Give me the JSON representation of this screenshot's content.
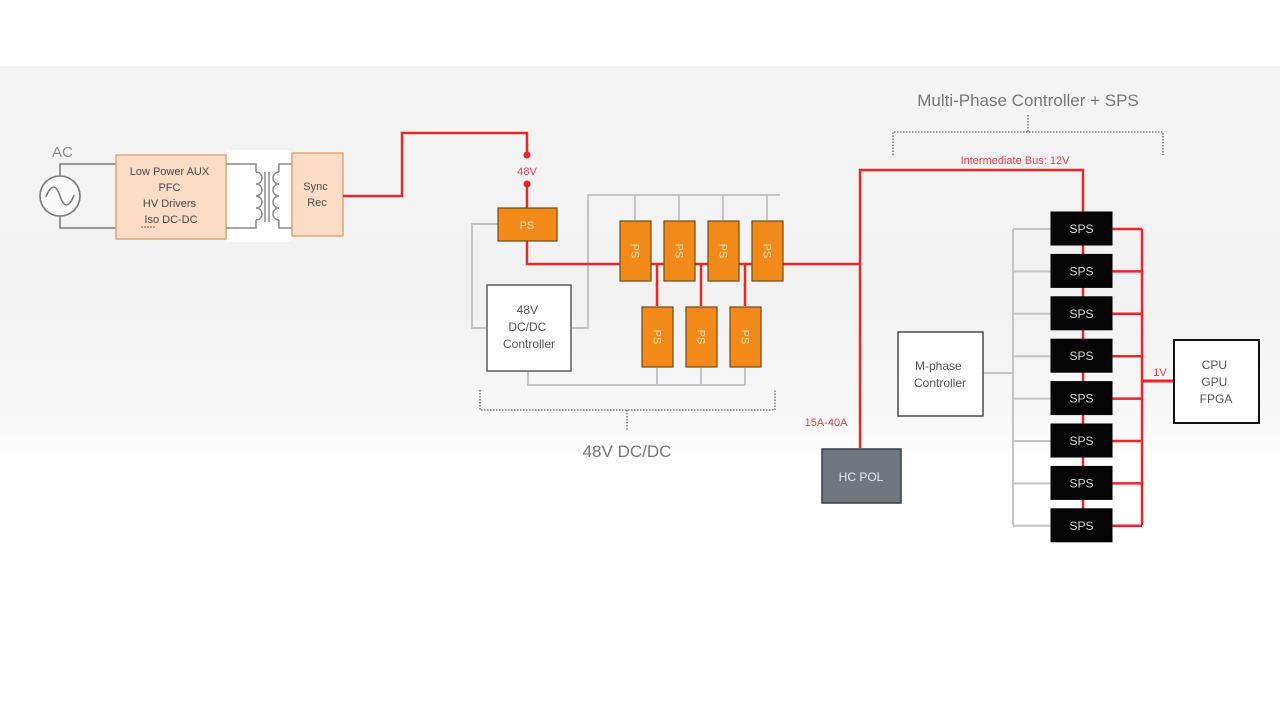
{
  "diagram": {
    "source": {
      "ac_label": "AC",
      "front_end_lines": [
        "Low Power AUX",
        "PFC",
        "HV Drivers",
        "Iso DC-DC"
      ],
      "sync_rec_lines": [
        "Sync",
        "Rec"
      ]
    },
    "bus_48v_label": "48V",
    "stage_48v": {
      "ps_label": "PS",
      "ps_top_count": 4,
      "ps_bottom_count": 3,
      "controller_lines": [
        "48V",
        "DC/DC",
        "Controller"
      ],
      "group_label": "48V DC/DC"
    },
    "intermediate_bus_label": "Intermediate Bus: 12V",
    "pol": {
      "current_label": "15A-40A",
      "block_label": "HC POL"
    },
    "multiphase": {
      "group_label": "Multi-Phase Controller + SPS",
      "controller_lines": [
        "M-phase",
        "Controller"
      ],
      "sps_label": "SPS",
      "sps_count": 8,
      "output_label": "1V",
      "load_lines": [
        "CPU",
        "GPU",
        "FPGA"
      ]
    },
    "colors": {
      "power_red": "#e8262b",
      "label_red": "#e8404a",
      "orange_fill": "#f28a1a",
      "beige_fill": "#fcdcc4",
      "beige_border": "#e0a878",
      "sps_fill": "#050505",
      "pol_fill": "#6f7880",
      "wire_gray": "#c4c4c4",
      "text_gray": "#6a6a6a"
    }
  }
}
